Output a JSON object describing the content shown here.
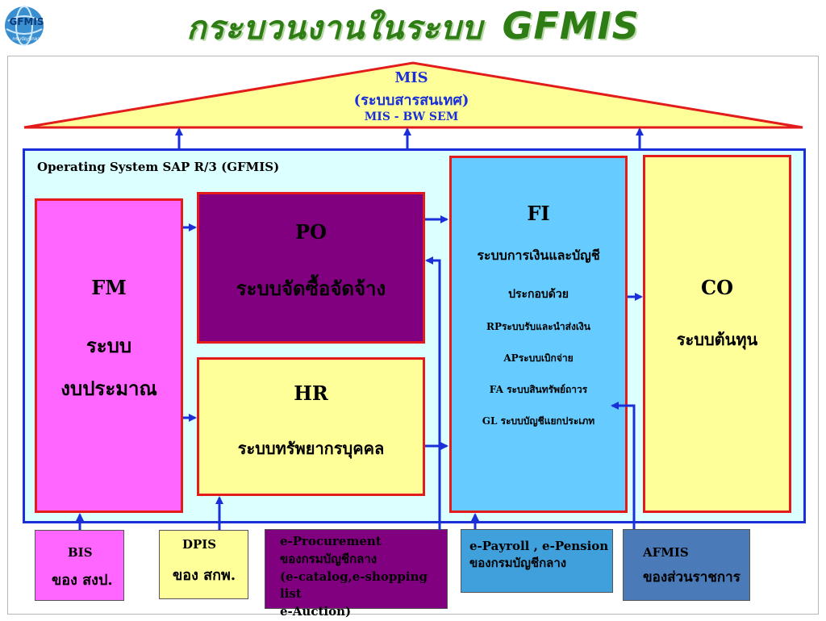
{
  "title": {
    "thai": "กระบวนงานในระบบ",
    "accent": "GFMIS"
  },
  "logo": {
    "text": "GFMIS",
    "subtext": "กรมบัญชีกลาง"
  },
  "mis": {
    "name": "MIS",
    "thai": "(ระบบสารสนเทศ)",
    "sub": "MIS - BW SEM"
  },
  "operating_system": "Operating System   SAP  R/3 (GFMIS)",
  "modules": {
    "fm": {
      "code": "FM",
      "line1": "ระบบ",
      "line2": "งบประมาณ"
    },
    "po": {
      "code": "PO",
      "desc": "ระบบจัดซื้อจัดจ้าง"
    },
    "hr": {
      "code": "HR",
      "desc": "ระบบทรัพยากรบุคคล"
    },
    "fi": {
      "code": "FI",
      "desc": "ระบบการเงินและบัญชี",
      "consists": "ประกอบด้วย",
      "items": [
        "RPระบบรับและนำส่งเงิน",
        "APระบบเบิกจ่าย",
        "FA ระบบสินทรัพย์ถาวร",
        "GL ระบบบัญชีแยกประเภท"
      ]
    },
    "co": {
      "code": "CO",
      "desc": "ระบบต้นทุน"
    }
  },
  "sources": {
    "bis": {
      "name": "BIS",
      "owner": "ของ สงป."
    },
    "dpis": {
      "name": "DPIS",
      "owner": "ของ สกพ."
    },
    "eproc": {
      "lines": [
        "e-Procurement",
        "ของกรมบัญชีกลาง",
        "(e-catalog,e-shopping list",
        "e-Auction)"
      ]
    },
    "epay": {
      "lines": [
        "e-Payroll , e-Pension",
        "ของกรมบัญชีกลาง"
      ]
    },
    "afmis": {
      "name": "AFMIS",
      "owner": "ของส่วนราชการ"
    }
  },
  "colors": {
    "title": "#2e7d14",
    "arrow": "#1a2fd8",
    "border_red": "#e31b1b",
    "roof": "#ffff99",
    "system_bg": "#dcffff"
  }
}
